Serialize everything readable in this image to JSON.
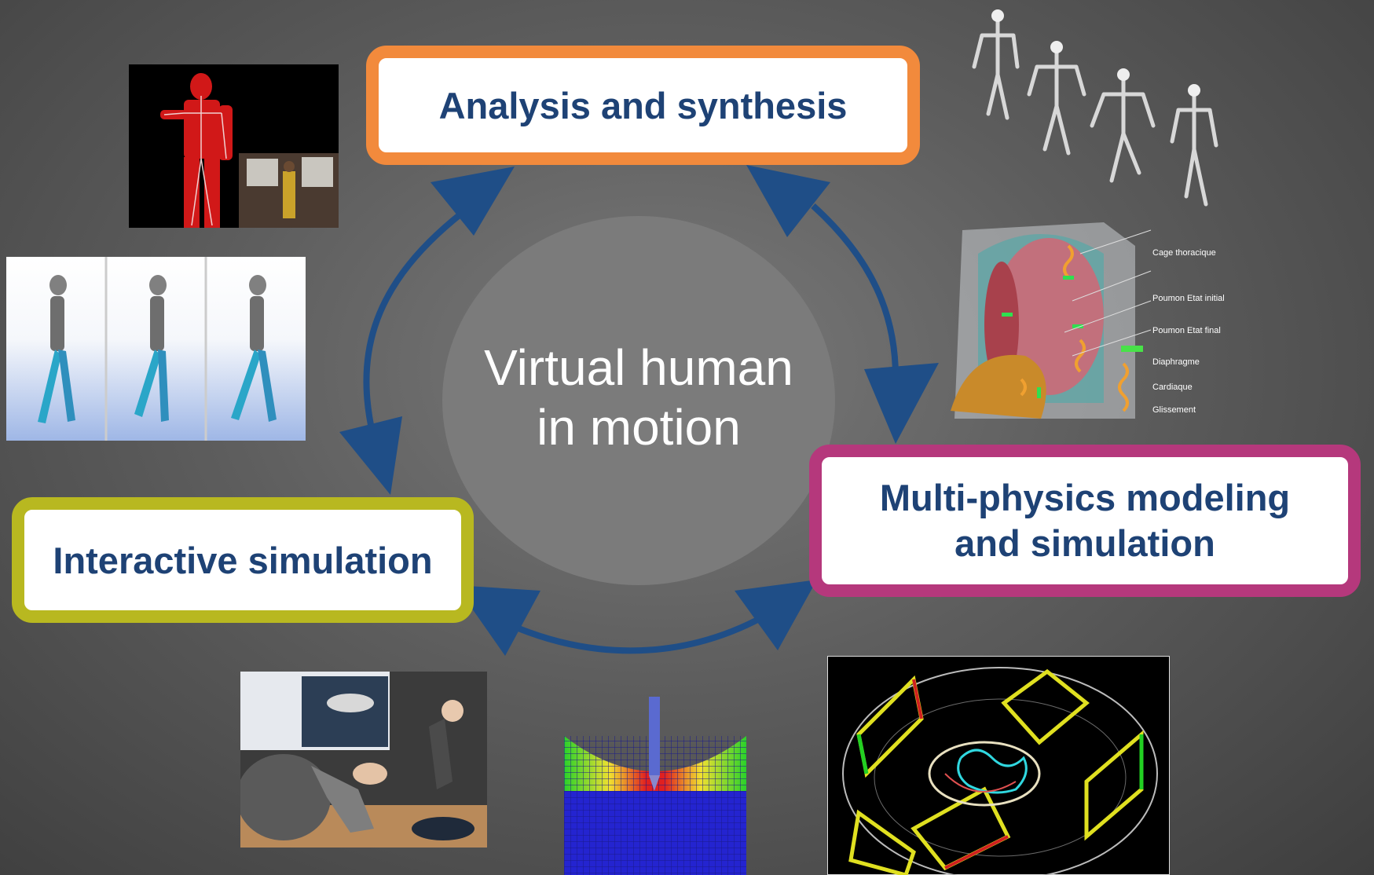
{
  "center": {
    "line1": "Virtual human",
    "line2": "in motion"
  },
  "boxes": {
    "analysis": {
      "label": "Analysis and synthesis"
    },
    "multiphysics": {
      "line1": "Multi-physics modeling",
      "line2": "and simulation"
    },
    "interactive": {
      "label": "Interactive simulation"
    }
  },
  "anatomy_labels": [
    "Cage thoracique",
    "Poumon Etat initial",
    "Poumon Etat final",
    "Diaphragme",
    "Cardiaque",
    "Glissement"
  ],
  "colors": {
    "arrow": "#1f4e87",
    "analysis_border": "#f28a3c",
    "multiphysics_border": "#b5387c",
    "interactive_border": "#b8b820",
    "box_text": "#1e4275"
  },
  "images": {
    "silhouette": "depth-camera-skeleton-icon",
    "walkers": "walking-mannequin-sequence-icon",
    "skeletons": "motion-skeletons-icon",
    "anatomy": "thorax-lung-model-icon",
    "haptic": "haptic-device-photo-icon",
    "fem": "finite-element-indentation-icon",
    "mri": "radiotherapy-scan-icon"
  }
}
